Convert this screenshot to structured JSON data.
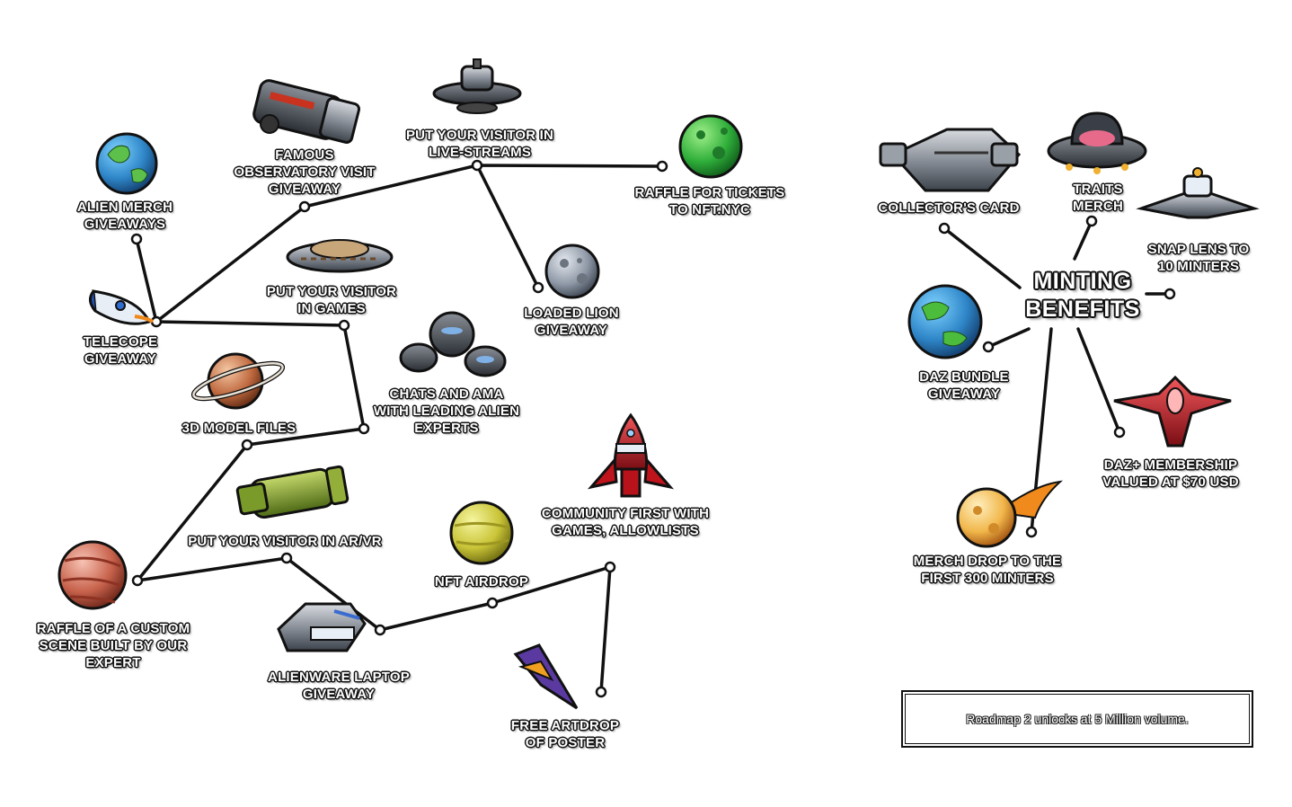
{
  "colors": {
    "line": "#111111",
    "label_fill": "#ffffff",
    "label_outline": "#111111"
  },
  "nodes": [
    {
      "key": "alien_merch",
      "lines": [
        "ALIEN MERCH",
        "GIVEAWAYS"
      ],
      "icon": "earth-planet-icon"
    },
    {
      "key": "famous_observatory",
      "lines": [
        "FAMOUS",
        "OBSERVATORY VISIT",
        "GIVEAWAY"
      ],
      "icon": "telescope-ship-icon"
    },
    {
      "key": "visitor_livestreams",
      "lines": [
        "PUT YOUR VISITOR IN",
        "LIVE-STREAMS"
      ],
      "icon": "space-station-icon"
    },
    {
      "key": "raffle_nftnyc",
      "lines": [
        "RAFFLE FOR TICKETS",
        "TO NFT.NYC"
      ],
      "icon": "green-planet-icon"
    },
    {
      "key": "visitor_games",
      "lines": [
        "PUT YOUR VISITOR",
        "IN GAMES"
      ],
      "icon": "saucer-icon"
    },
    {
      "key": "loaded_lion",
      "lines": [
        "LOADED LION",
        "GIVEAWAY"
      ],
      "icon": "moon-icon"
    },
    {
      "key": "telecope",
      "lines": [
        "TELECOPE",
        "GIVEAWAY"
      ],
      "icon": "rocket-icon"
    },
    {
      "key": "chats_ama",
      "lines": [
        "CHATS AND AMA",
        "WITH LEADING ALIEN",
        "EXPERTS"
      ],
      "icon": "pod-station-icon"
    },
    {
      "key": "model_files",
      "lines": [
        "3D MODEL FILES"
      ],
      "icon": "saturn-icon"
    },
    {
      "key": "visitor_arvr",
      "lines": [
        "PUT YOUR VISITOR IN AR/VR"
      ],
      "icon": "green-cannon-ship-icon"
    },
    {
      "key": "community_first",
      "lines": [
        "COMMUNITY FIRST WITH",
        "GAMES, ALLOWLISTS"
      ],
      "icon": "red-rocket-icon"
    },
    {
      "key": "nft_airdrop",
      "lines": [
        "NFT AIRDROP"
      ],
      "icon": "yellow-planet-icon"
    },
    {
      "key": "raffle_custom",
      "lines": [
        "RAFFLE OF A CUSTOM",
        "SCENE BUILT BY OUR",
        "EXPERT"
      ],
      "icon": "red-planet-icon"
    },
    {
      "key": "alienware",
      "lines": [
        "ALIENWARE LAPTOP",
        "GIVEAWAY"
      ],
      "icon": "laptop-ship-icon"
    },
    {
      "key": "free_artdrop",
      "lines": [
        "FREE ARTDROP",
        "OF POSTER"
      ],
      "icon": "purple-fighter-icon"
    },
    {
      "key": "collectors_card",
      "lines": [
        "COLLECTOR'S CARD"
      ],
      "icon": "silver-ship-icon"
    },
    {
      "key": "traits_merch",
      "lines": [
        "TRAITS",
        "MERCH"
      ],
      "icon": "ufo-icon"
    },
    {
      "key": "snap_lens",
      "lines": [
        "SNAP LENS TO",
        "10 MINTERS"
      ],
      "icon": "white-station-icon"
    },
    {
      "key": "daz_bundle",
      "lines": [
        "DAZ BUNDLE",
        "GIVEAWAY"
      ],
      "icon": "blue-green-planet-icon"
    },
    {
      "key": "daz_membership",
      "lines": [
        "DAZ+ MEMBERSHIP",
        "VALUED AT $70 USD"
      ],
      "icon": "red-fighter-icon"
    },
    {
      "key": "merch_drop",
      "lines": [
        "MERCH DROP TO THE",
        "FIRST 300 MINTERS"
      ],
      "icon": "meteor-icon"
    }
  ],
  "hub": {
    "lines": [
      "MINTING",
      "BENEFITS"
    ]
  },
  "notice": {
    "text": "Roadmap 2 unlocks at 5 Million volume."
  }
}
